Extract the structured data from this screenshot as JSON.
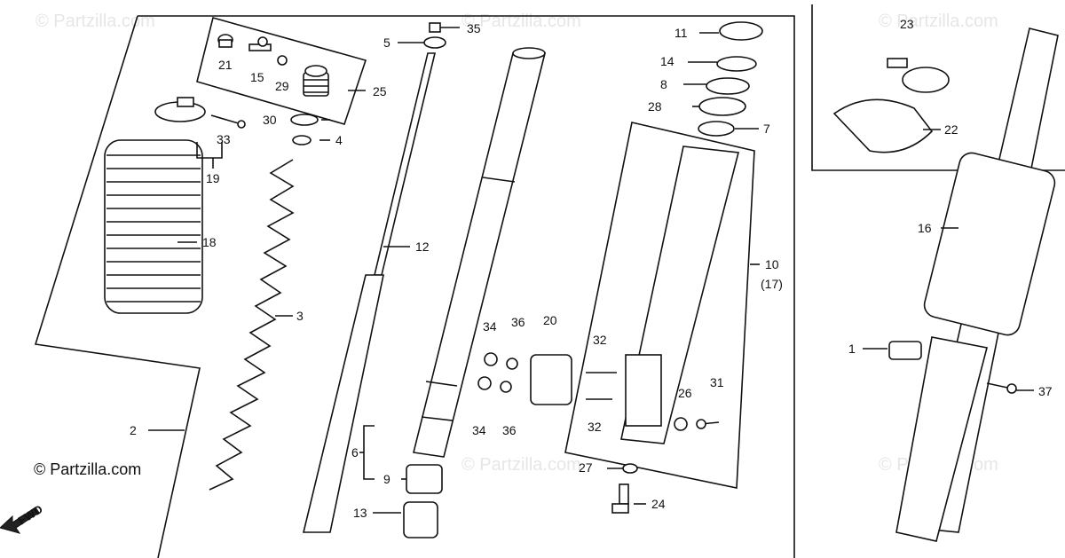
{
  "watermark": "© Partzilla.com",
  "copyright": "© Partzilla.com",
  "fwd_label": "FWD",
  "callouts": {
    "c1": "1",
    "c2": "2",
    "c3": "3",
    "c4": "4",
    "c5": "5",
    "c6": "6",
    "c7": "7",
    "c8": "8",
    "c9": "9",
    "c10": "10",
    "c10b": "(17)",
    "c11": "11",
    "c12": "12",
    "c13": "13",
    "c14": "14",
    "c15": "15",
    "c16": "16",
    "c18": "18",
    "c19": "19",
    "c20": "20",
    "c21": "21",
    "c22": "22",
    "c23": "23",
    "c24": "24",
    "c25": "25",
    "c26": "26",
    "c27": "27",
    "c28": "28",
    "c29": "29",
    "c30": "30",
    "c31": "31",
    "c32a": "32",
    "c32b": "32",
    "c33": "33",
    "c34a": "34",
    "c34b": "34",
    "c35": "35",
    "c36a": "36",
    "c36b": "36",
    "c37": "37"
  }
}
